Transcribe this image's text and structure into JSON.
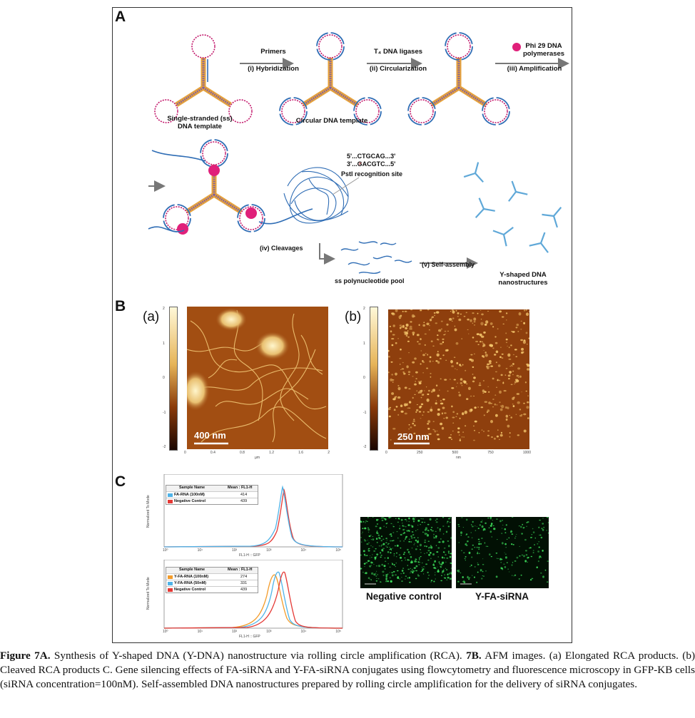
{
  "panels": {
    "a": {
      "letter": "A",
      "arrow_labels": {
        "primers": "Primers",
        "hybridization": "(i) Hybridization",
        "ligase": "T₄ DNA ligases",
        "circularization": "(ii) Circularization",
        "polymerase_line1": "Phi 29 DNA",
        "polymerase_line2": "polymerases",
        "amplification": "(iii) Amplification",
        "cleavages": "(iv) Cleavages",
        "self_assembly": "(v) Self-assembly"
      },
      "labels": {
        "ss_template_line1": "Single-stranded (ss)",
        "ss_template_line2": "DNA template",
        "circular_template": "Circular DNA template",
        "seq_top": "5'...CTGCAG...3'",
        "seq_bottom": "3'...GACGTC...5'",
        "pstl": "PstI recognition site",
        "ss_pool": "ss polynucleotide pool",
        "y_dna_line1": "Y-shaped DNA",
        "y_dna_line2": "nanostructures"
      }
    },
    "b": {
      "letter": "B",
      "sub_a": "(a)",
      "sub_b": "(b)",
      "scalebar_a": "400 nm",
      "scalebar_b": "250 nm",
      "colorbar_a_ticks": [
        "2",
        "1",
        "0",
        "-1",
        "-2"
      ],
      "colorbar_b_ticks": [
        "2",
        "1",
        "0",
        "-1",
        "-2"
      ],
      "axis_a_ticks": [
        "0",
        "0.4",
        "0.8",
        "1.2",
        "1.6",
        "2"
      ],
      "axis_b_ticks": [
        "0",
        "250",
        "500",
        "750",
        "1000"
      ],
      "axis_a_unit": "µm",
      "axis_b_unit": "nm"
    },
    "c": {
      "letter": "C",
      "legend_header_name": "Sample Name",
      "legend_header_mean": "Mean : FL1-H",
      "top_legend": [
        {
          "name": "FA-RNA (100nM)",
          "mean": "414",
          "color": "#4fb3e8"
        },
        {
          "name": "Negative Control",
          "mean": "439",
          "color": "#e53935"
        }
      ],
      "bottom_legend": [
        {
          "name": "Y-FA-RNA (100nM)",
          "mean": "274",
          "color": "#f39c2b"
        },
        {
          "name": "Y-FA-RNA (50nM)",
          "mean": "331",
          "color": "#4fb3e8"
        },
        {
          "name": "Negative Control",
          "mean": "439",
          "color": "#e53935"
        }
      ],
      "y_axis_label": "Normalized To Mode",
      "x_axis_label": "FL1-H :: GFP",
      "x_ticks": [
        "10⁰",
        "10¹",
        "10²",
        "10³",
        "10⁴",
        "10⁵"
      ],
      "micro_label_left": "Negative control",
      "micro_label_right": "Y-FA-siRNA"
    }
  },
  "caption": {
    "bold_1": "Figure 7A.",
    "text_1": " Synthesis of Y-shaped DNA (Y-DNA) nanostructure via rolling circle amplification (RCA). ",
    "bold_2": "7B.",
    "text_2": " AFM images. (a) Elongated RCA products. (b) Cleaved RCA products C. Gene silencing effects of FA-siRNA and Y-FA-siRNA conjugates using flowcytometry and fluorescence microscopy in GFP-KB cells (siRNA concentration=100nM). Self-assembled DNA nanostructures prepared by rolling circle amplification for the delivery of siRNA conjugates."
  },
  "colors": {
    "dna_blue": "#2f6db5",
    "dna_magenta": "#c2186b",
    "pink_enzyme": "#e0207a",
    "afm_low": "#2a0c02",
    "afm_high": "#fff4c0",
    "gfp_green": "#3ddc5a"
  }
}
